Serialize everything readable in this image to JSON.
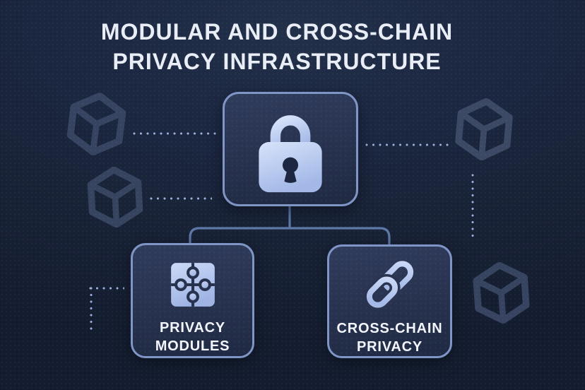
{
  "title": {
    "line1": "MODULAR AND CROSS-CHAIN",
    "line2": "PRIVACY INFRASTRUCTURE"
  },
  "tree": {
    "root": {
      "name": "privacy-core",
      "icon": "lock-icon"
    },
    "children": [
      {
        "name": "privacy-modules",
        "icon": "puzzle-icon",
        "label": "PRIVACY\nMODULES"
      },
      {
        "name": "cross-chain-privacy",
        "icon": "chain-link-icon",
        "label": "CROSS-CHAIN\nPRIVACY"
      }
    ]
  },
  "decorations": {
    "cube_icon_count": 4,
    "dotted_line_count": 6,
    "style": "wireframe-cube"
  },
  "colors": {
    "background": "#1a2338",
    "card_border": "#7f95c5",
    "card_fill_top": "#303c5c",
    "card_fill_bottom": "#1f2942",
    "icon_light": "#c3d3f3",
    "icon_dark": "#1d2741",
    "connector_solid": "#5e78a8",
    "connector_dotted": "#9cb0de",
    "cube_stroke": "#394663",
    "title_text": "#e9edf6",
    "label_text": "#f2f5fc"
  }
}
